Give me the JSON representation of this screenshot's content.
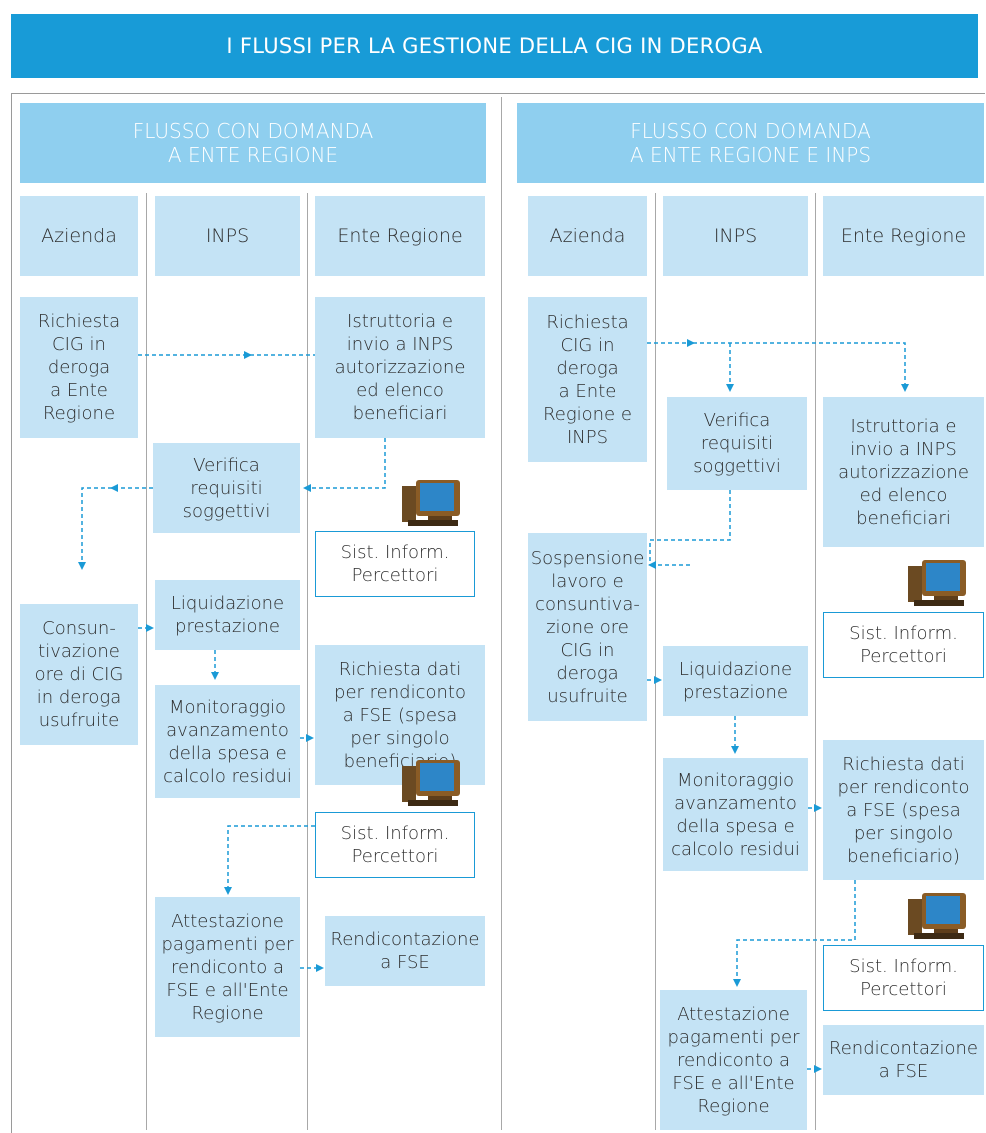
{
  "title": "I FLUSSI PER LA GESTIONE DELLA CIG IN DEROGA",
  "colors": {
    "banner": "#189bd7",
    "flow_header": "#8fcfef",
    "box": "#c4e3f5",
    "arrow": "#1a9ad6"
  },
  "left_flow": {
    "header": "FLUSSO CON DOMANDA\nA ENTE REGIONE",
    "columns": [
      "Azienda",
      "INPS",
      "Ente Regione"
    ],
    "steps": {
      "richiesta": "Richiesta\nCIG in\nderoga\na Ente\nRegione",
      "istruttoria": "Istruttoria e\ninvio a INPS\nautorizzazione\ned elenco\nbeneficiari",
      "verifica": "Verifica\nrequisiti\nsoggettivi",
      "sist1": "Sist. Inform.\nPercettori",
      "consuntivazione": "Consun-\ntivazione\nore di CIG\nin deroga\nusufruite",
      "liquidazione": "Liquidazione\nprestazione",
      "monitoraggio": "Monitoraggio\navanzamento\ndella spesa e\ncalcolo residui",
      "richiesta_dati": "Richiesta dati\nper rendiconto\na FSE (spesa\nper singolo\nbeneficiario)",
      "sist2": "Sist. Inform.\nPercettori",
      "attestazione": "Attestazione\npagamenti per\nrendiconto a\nFSE e all'Ente\nRegione",
      "rendicontazione": "Rendicontazione\na FSE"
    }
  },
  "right_flow": {
    "header": "FLUSSO CON DOMANDA\nA ENTE REGIONE E INPS",
    "columns": [
      "Azienda",
      "INPS",
      "Ente Regione"
    ],
    "steps": {
      "richiesta": "Richiesta\nCIG in\nderoga\na Ente\nRegione e\nINPS",
      "verifica": "Verifica\nrequisiti\nsoggettivi",
      "istruttoria": "Istruttoria e\ninvio a INPS\nautorizzazione\ned elenco\nbeneficiari",
      "sospensione": "Sospensione\nlavoro e\nconsuntiva-\nzione ore\nCIG in\nderoga\nusufruite",
      "sist1": "Sist. Inform.\nPercettori",
      "liquidazione": "Liquidazione\nprestazione",
      "monitoraggio": "Monitoraggio\navanzamento\ndella spesa e\ncalcolo residui",
      "richiesta_dati": "Richiesta dati\nper rendiconto\na FSE (spesa\nper singolo\nbeneficiario)",
      "sist2": "Sist. Inform.\nPercettori",
      "attestazione": "Attestazione\npagamenti per\nrendiconto a\nFSE e all'Ente\nRegione",
      "rendicontazione": "Rendicontazione\na FSE"
    }
  }
}
